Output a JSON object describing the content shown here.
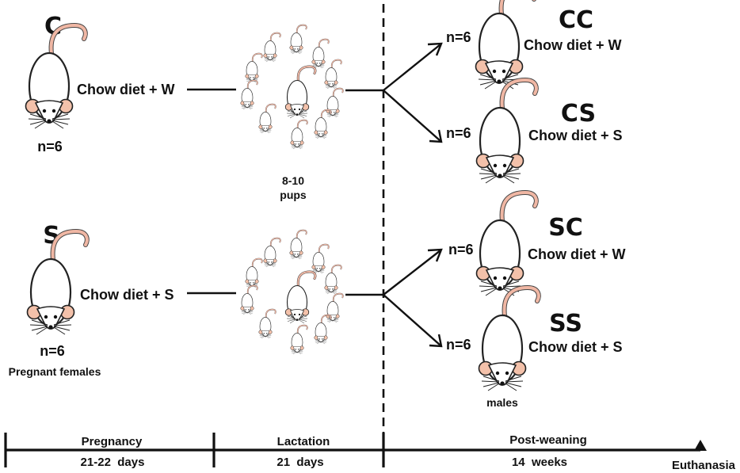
{
  "mothers": [
    {
      "group": "C",
      "diet": "Chow diet + W",
      "n": "n=6",
      "caption": ""
    },
    {
      "group": "S",
      "diet": "Chow diet + S",
      "n": "n=6",
      "caption": "Pregnant females"
    }
  ],
  "litter": {
    "label_line1": "8-10",
    "label_line2": "pups"
  },
  "offspring": [
    {
      "group": "CC",
      "n": "n=6",
      "diet": "Chow diet + W"
    },
    {
      "group": "CS",
      "n": "n=6",
      "diet": "Chow diet + S"
    },
    {
      "group": "SC",
      "n": "n=6",
      "diet": "Chow diet + W"
    },
    {
      "group": "SS",
      "n": "n=6",
      "diet": "Chow diet + S"
    }
  ],
  "offspring_caption": "males",
  "timeline": {
    "phases": [
      {
        "name": "Pregnancy",
        "duration": "21-22  days"
      },
      {
        "name": "Lactation",
        "duration": "21  days"
      },
      {
        "name": "Post-weaning",
        "duration": "14  weeks"
      }
    ],
    "end_label": "Euthanasia"
  }
}
